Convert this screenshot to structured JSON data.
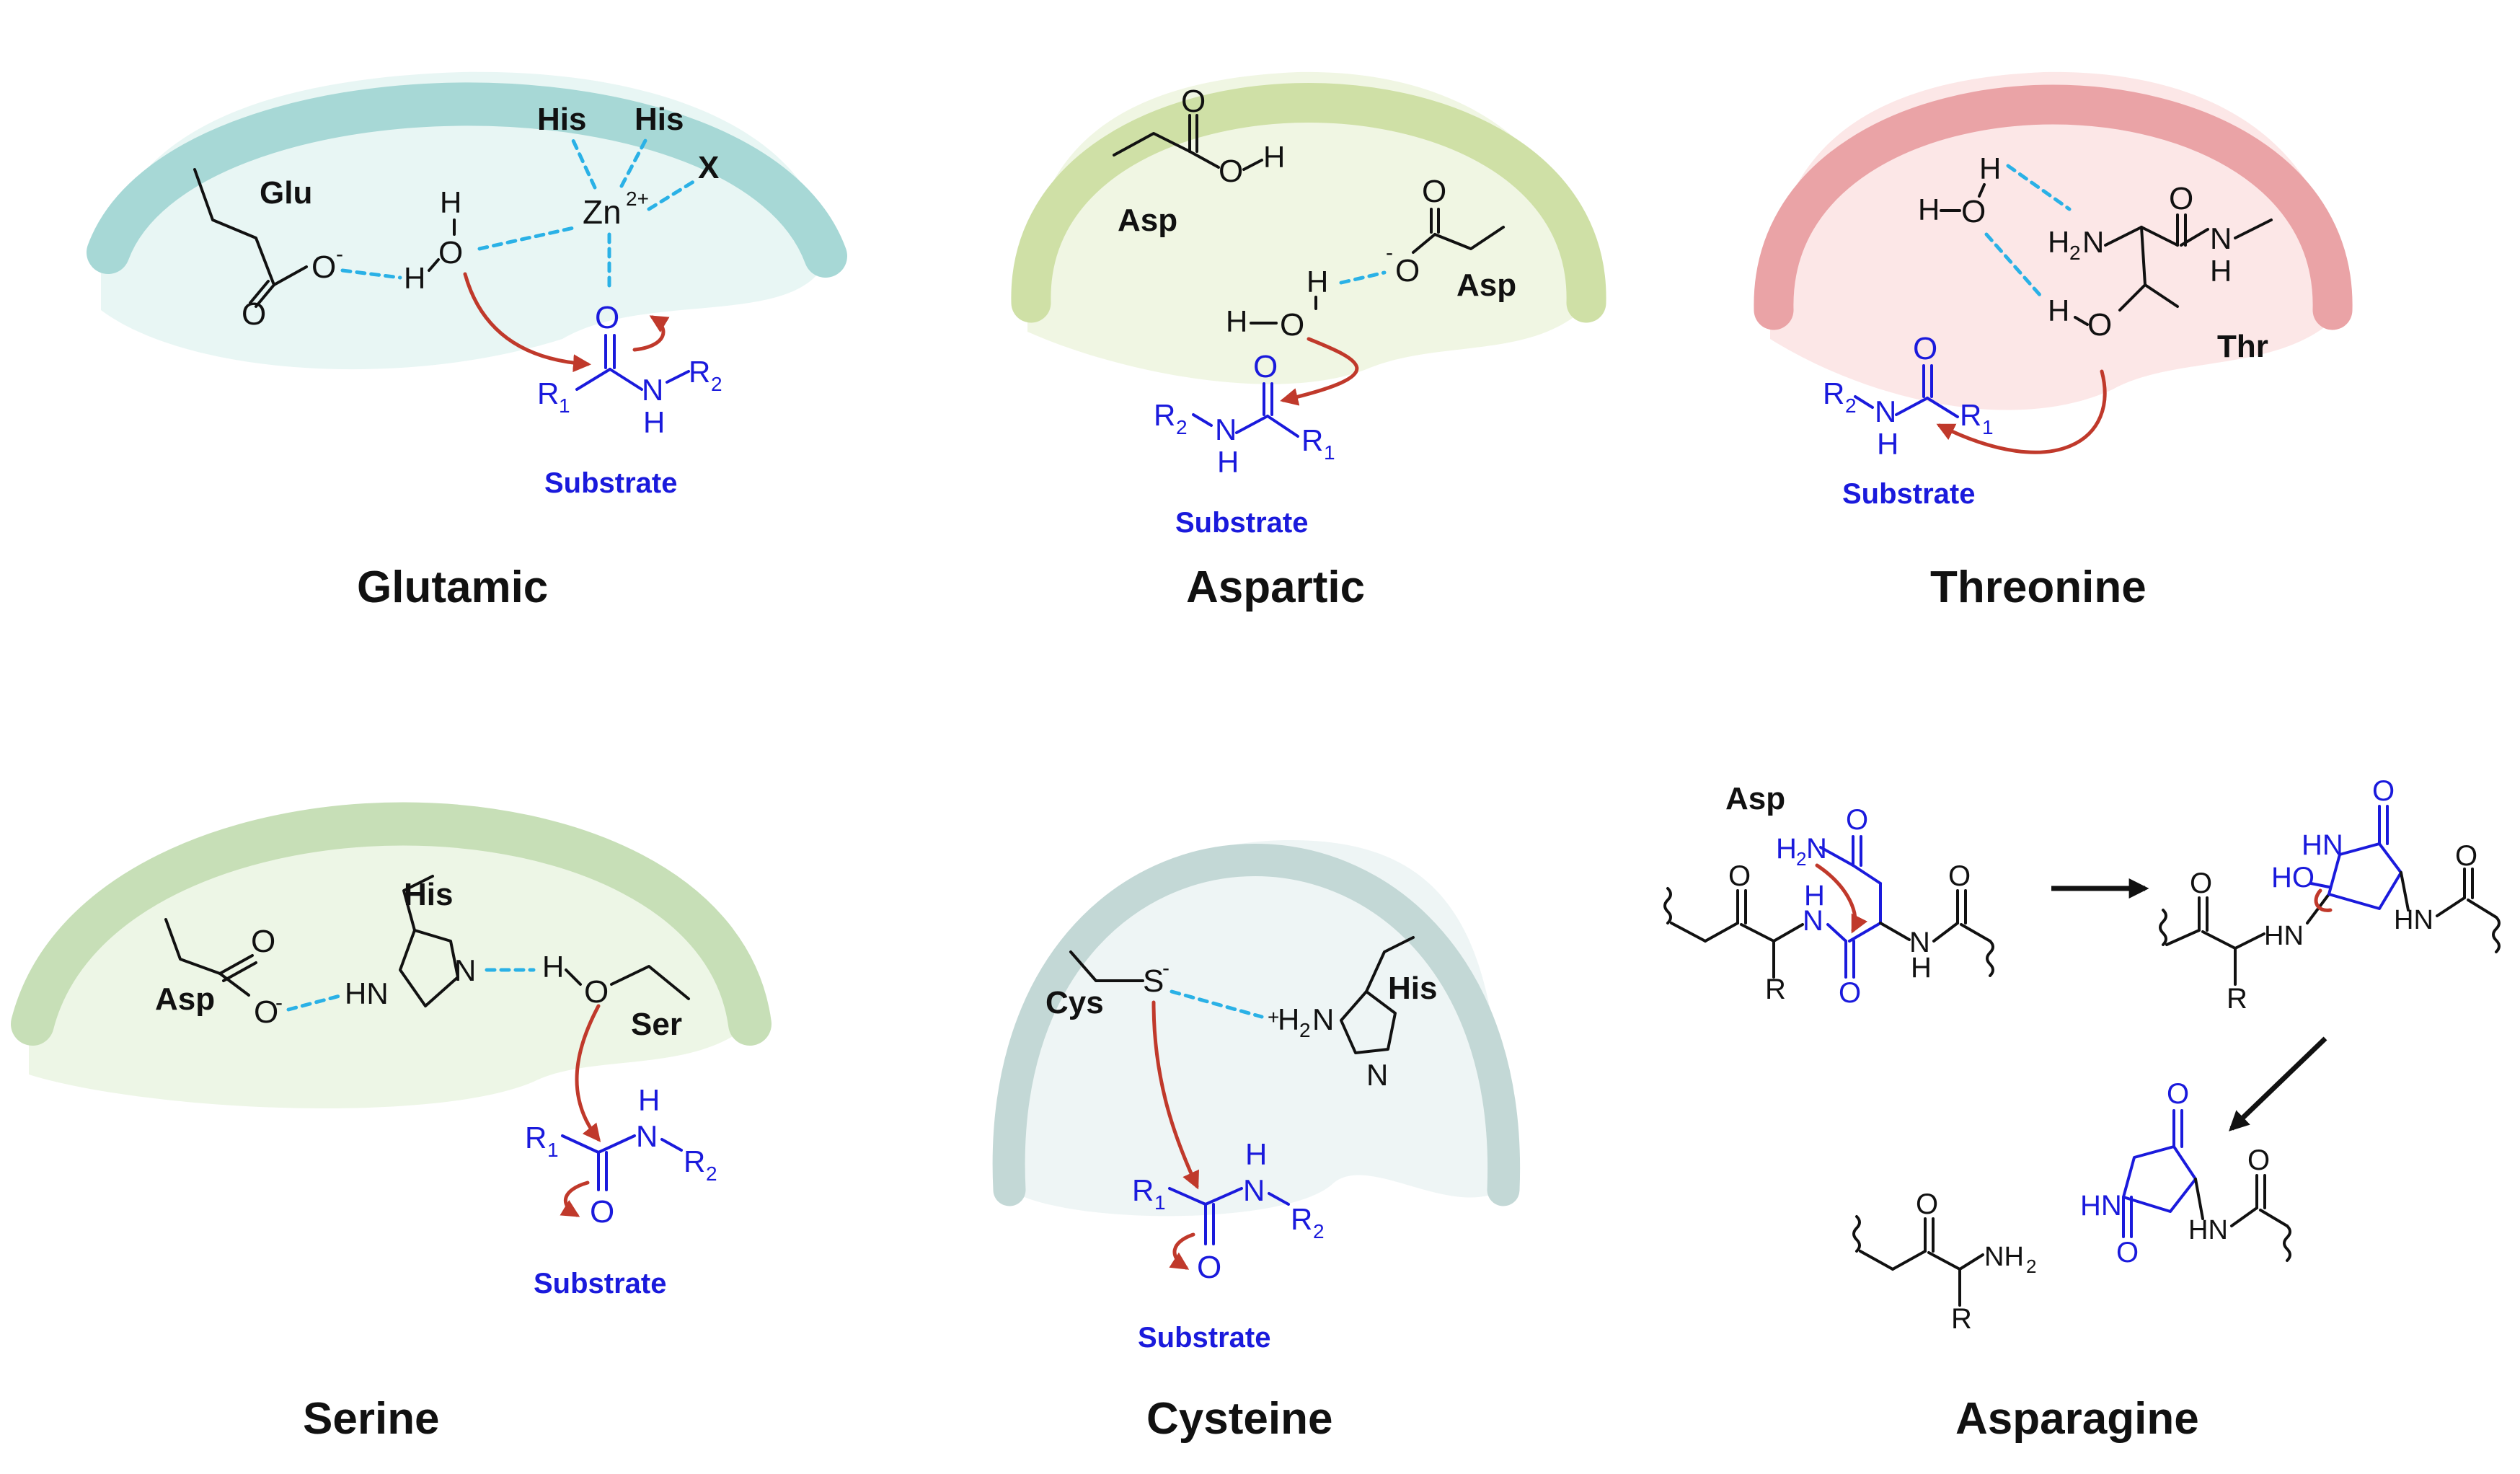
{
  "panels": {
    "glutamic": {
      "title": "Glutamic",
      "glu": "Glu",
      "his1": "His",
      "his2": "His",
      "x": "X",
      "zn": "Zn",
      "zn_charge": "2+",
      "substrate": "Substrate",
      "arc_color": "#a7d8d6",
      "pocket_color": "#e8f6f4"
    },
    "aspartic": {
      "title": "Aspartic",
      "asp1": "Asp",
      "asp2": "Asp",
      "substrate": "Substrate",
      "arc_color": "#cfe0a6",
      "pocket_color": "#f0f6e3"
    },
    "threonine": {
      "title": "Threonine",
      "thr": "Thr",
      "substrate": "Substrate",
      "arc_color": "#eaa3a6",
      "pocket_color": "#fce7e7"
    },
    "serine": {
      "title": "Serine",
      "asp": "Asp",
      "his": "His",
      "ser": "Ser",
      "substrate": "Substrate",
      "arc_color": "#c7dfb7",
      "pocket_color": "#edf6e6"
    },
    "cysteine": {
      "title": "Cysteine",
      "cys": "Cys",
      "his": "His",
      "substrate": "Substrate",
      "arc_color": "#c3d8d6",
      "pocket_color": "#eef5f5"
    },
    "asparagine": {
      "title": "Asparagine",
      "asp": "Asp"
    }
  },
  "colors": {
    "substrate_blue": "#1a1adc",
    "hbond_cyan": "#2ab1e6",
    "arrow_red": "#c0392b"
  }
}
